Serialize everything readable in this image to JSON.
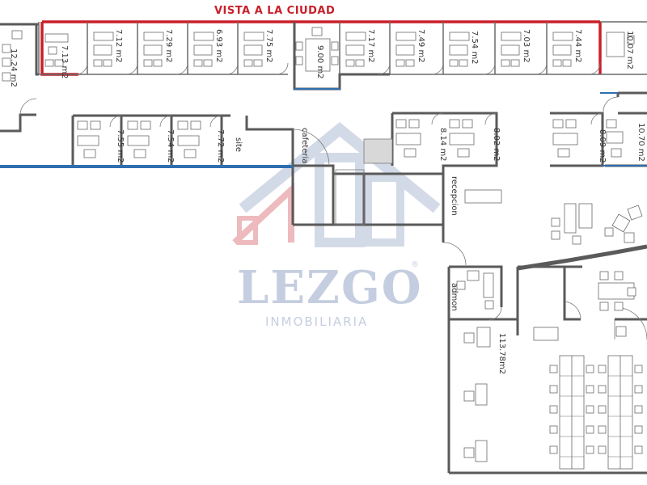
{
  "header": {
    "title": "VISTA A LA CIUDAD",
    "accent": "#c8202a"
  },
  "watermark": {
    "brand": "LEZGO",
    "subtitle": "INMOBILIARIA",
    "color": "#c5cee0"
  },
  "rooms": {
    "r1224": "12.24 m2",
    "r713": "7.13 m2",
    "r712": "7.12 m2",
    "r729": "7.29 m2",
    "r693": "6.93 m2",
    "r775": "7.75 m2",
    "r900": "9.00 m2",
    "r717": "7.17 m2",
    "r749": "7.49 m2",
    "r754b": "7.54 m2",
    "r703": "7.03 m2",
    "r744": "7.44 m2",
    "r1007": "10.07 m2",
    "r755": "7.55 m2",
    "r754a": "7.54 m2",
    "r772": "7.72 m2",
    "site": "site",
    "cafeteria": "cafeteria",
    "r814": "8.14 m2",
    "r802": "8.02 m2",
    "r809": "8.09 m2",
    "r1070": "10.70 m2",
    "recepcion": "recepcion",
    "admon": "admon",
    "r11378": "113.78m2"
  }
}
